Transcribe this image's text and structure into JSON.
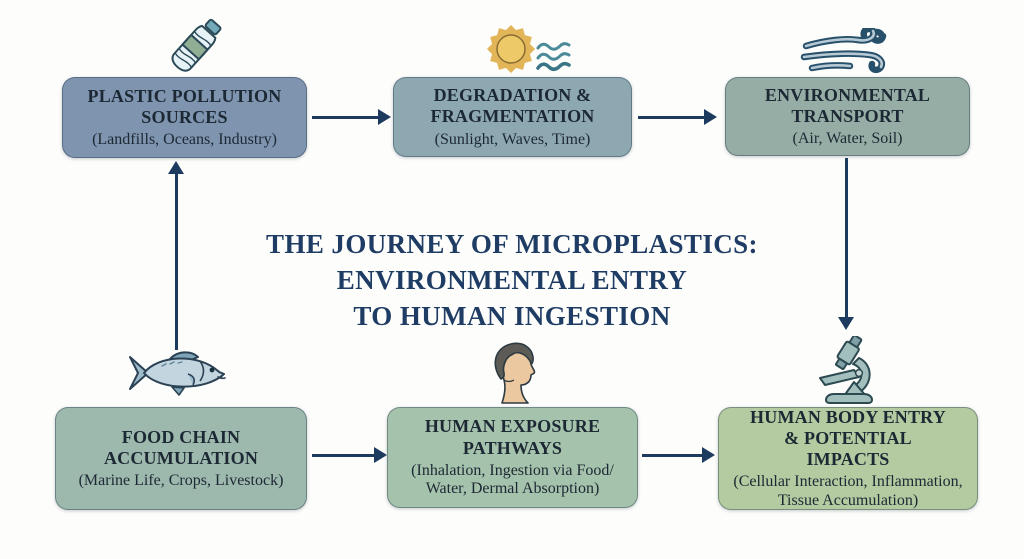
{
  "title": {
    "lines": [
      "THE JOURNEY OF MICROPLASTICS:",
      "ENVIRONMENTAL ENTRY",
      "TO HUMAN INGESTION"
    ]
  },
  "colors": {
    "background": "#fdfdfc",
    "title_text": "#1e3c64",
    "box_text": "#1c2833",
    "arrow": "#1d3a5f",
    "node_sources": "#7e94af",
    "node_degradation": "#8ea8b2",
    "node_transport": "#96ada5",
    "node_food_chain": "#9db8ad",
    "node_exposure": "#a5c2ac",
    "node_body_entry": "#b4caa1"
  },
  "nodes": [
    {
      "id": "plastic-pollution-sources",
      "heading": "PLASTIC POLLUTION SOURCES",
      "subtitle": "(Landfills, Oceans, Industry)",
      "icon": "plastic-bottle-icon"
    },
    {
      "id": "degradation-fragmentation",
      "heading": "DEGRADATION & FRAGMENTATION",
      "subtitle": "(Sunlight, Waves, Time)",
      "icon": "sun-and-waves-icon"
    },
    {
      "id": "environmental-transport",
      "heading": "ENVIRONMENTAL TRANSPORT",
      "subtitle": "(Air, Water, Soil)",
      "icon": "wind-gusts-icon"
    },
    {
      "id": "food-chain-accumulation",
      "heading": "FOOD CHAIN ACCUMULATION",
      "subtitle": "(Marine Life, Crops, Livestock)",
      "icon": "fish-icon"
    },
    {
      "id": "human-exposure-pathways",
      "heading": "HUMAN EXPOSURE PATHWAYS",
      "subtitle": "(Inhalation, Ingestion via Food/ Water, Dermal Absorption)",
      "icon": "human-head-icon"
    },
    {
      "id": "human-body-entry-impacts",
      "heading": "HUMAN BODY ENTRY & POTENTIAL IMPACTS",
      "subtitle": "(Cellular Interaction, Inflammation, Tissue Accumulation)",
      "icon": "microscope-icon"
    }
  ]
}
